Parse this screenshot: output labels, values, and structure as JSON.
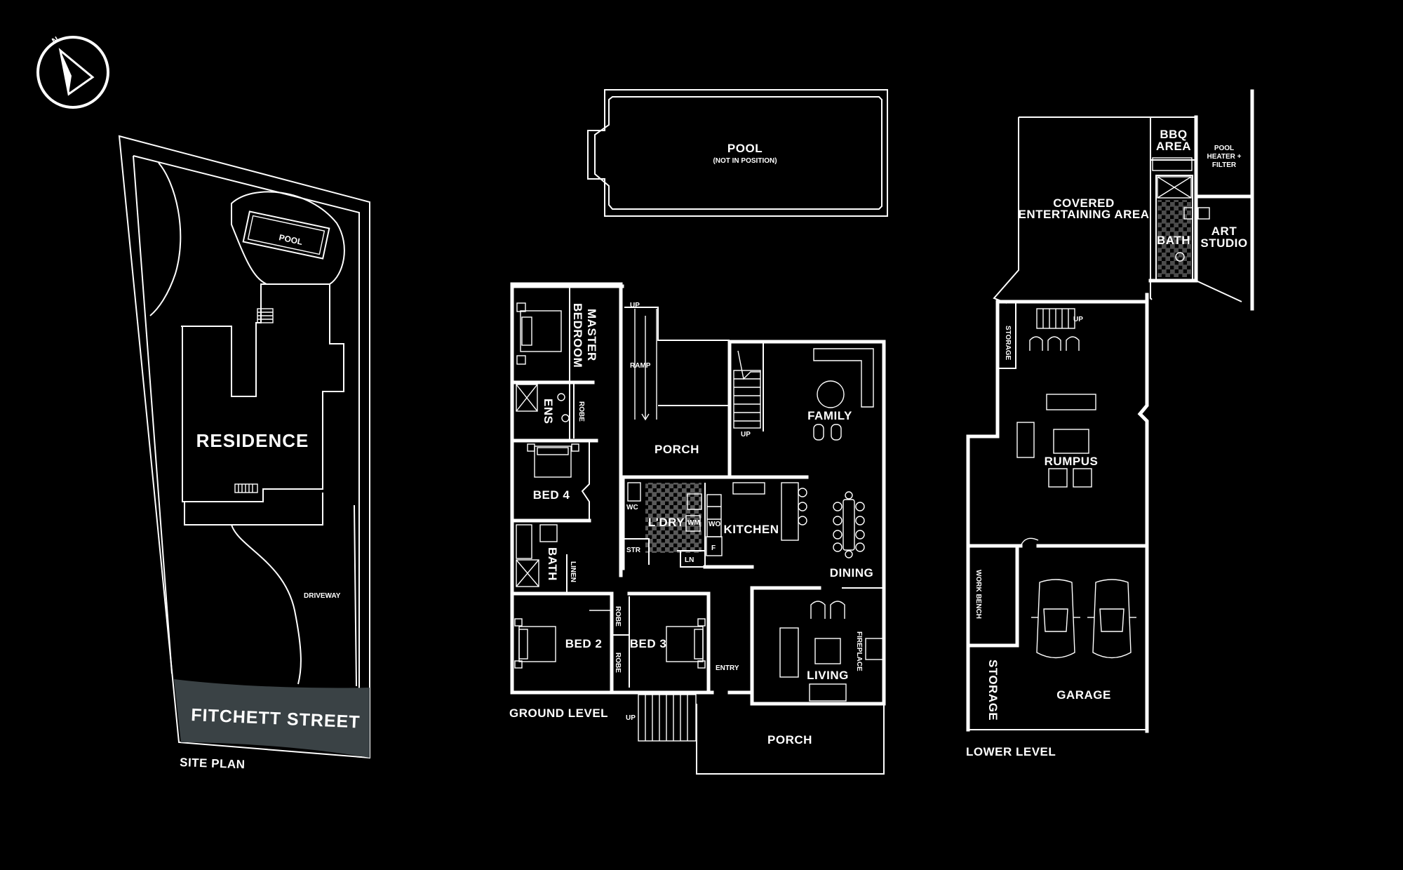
{
  "site_plan": {
    "residence": "RESIDENCE",
    "pool": "POOL",
    "driveway": "DRIVEWAY",
    "street": "FITCHETT STREET",
    "caption": "SITE PLAN"
  },
  "ground_level": {
    "caption": "GROUND LEVEL",
    "pool": "POOL",
    "pool_note": "(NOT IN POSITION)",
    "master_bedroom_line1": "MASTER",
    "master_bedroom_line2": "BEDROOM",
    "ens": "ENS",
    "robe": "ROBE",
    "bed4": "BED 4",
    "bath": "BATH",
    "linen": "LINEN",
    "bed2": "BED 2",
    "bed3": "BED 3",
    "robe2": "ROBE",
    "robe3": "ROBE",
    "ramp": "RAMP",
    "up_ramp": "UP",
    "porch_rear": "PORCH",
    "up_stairs": "UP",
    "family": "FAMILY",
    "wc": "WC",
    "ldry": "L'DRY",
    "wm": "WM",
    "wo": "WO",
    "str": "STR",
    "ln": "LN",
    "f": "F",
    "kitchen": "KITCHEN",
    "dining": "DINING",
    "living": "LIVING",
    "fireplace": "FIREPLACE",
    "entry": "ENTRY",
    "porch_front": "PORCH",
    "up_front": "UP"
  },
  "lower_level": {
    "caption": "LOWER LEVEL",
    "bbq_line1": "BBQ",
    "bbq_line2": "AREA",
    "pool_heater_line1": "POOL",
    "pool_heater_line2": "HEATER +",
    "pool_heater_line3": "FILTER",
    "covered_line1": "COVERED",
    "covered_line2": "ENTERTAINING AREA",
    "bath": "BATH",
    "art_line1": "ART",
    "art_line2": "STUDIO",
    "storage_small": "STORAGE",
    "up": "UP",
    "rumpus": "RUMPUS",
    "work_bench": "WORK BENCH",
    "storage": "STORAGE",
    "garage": "GARAGE"
  },
  "compass": {
    "icon": "north-arrow-icon",
    "letter": "N"
  }
}
